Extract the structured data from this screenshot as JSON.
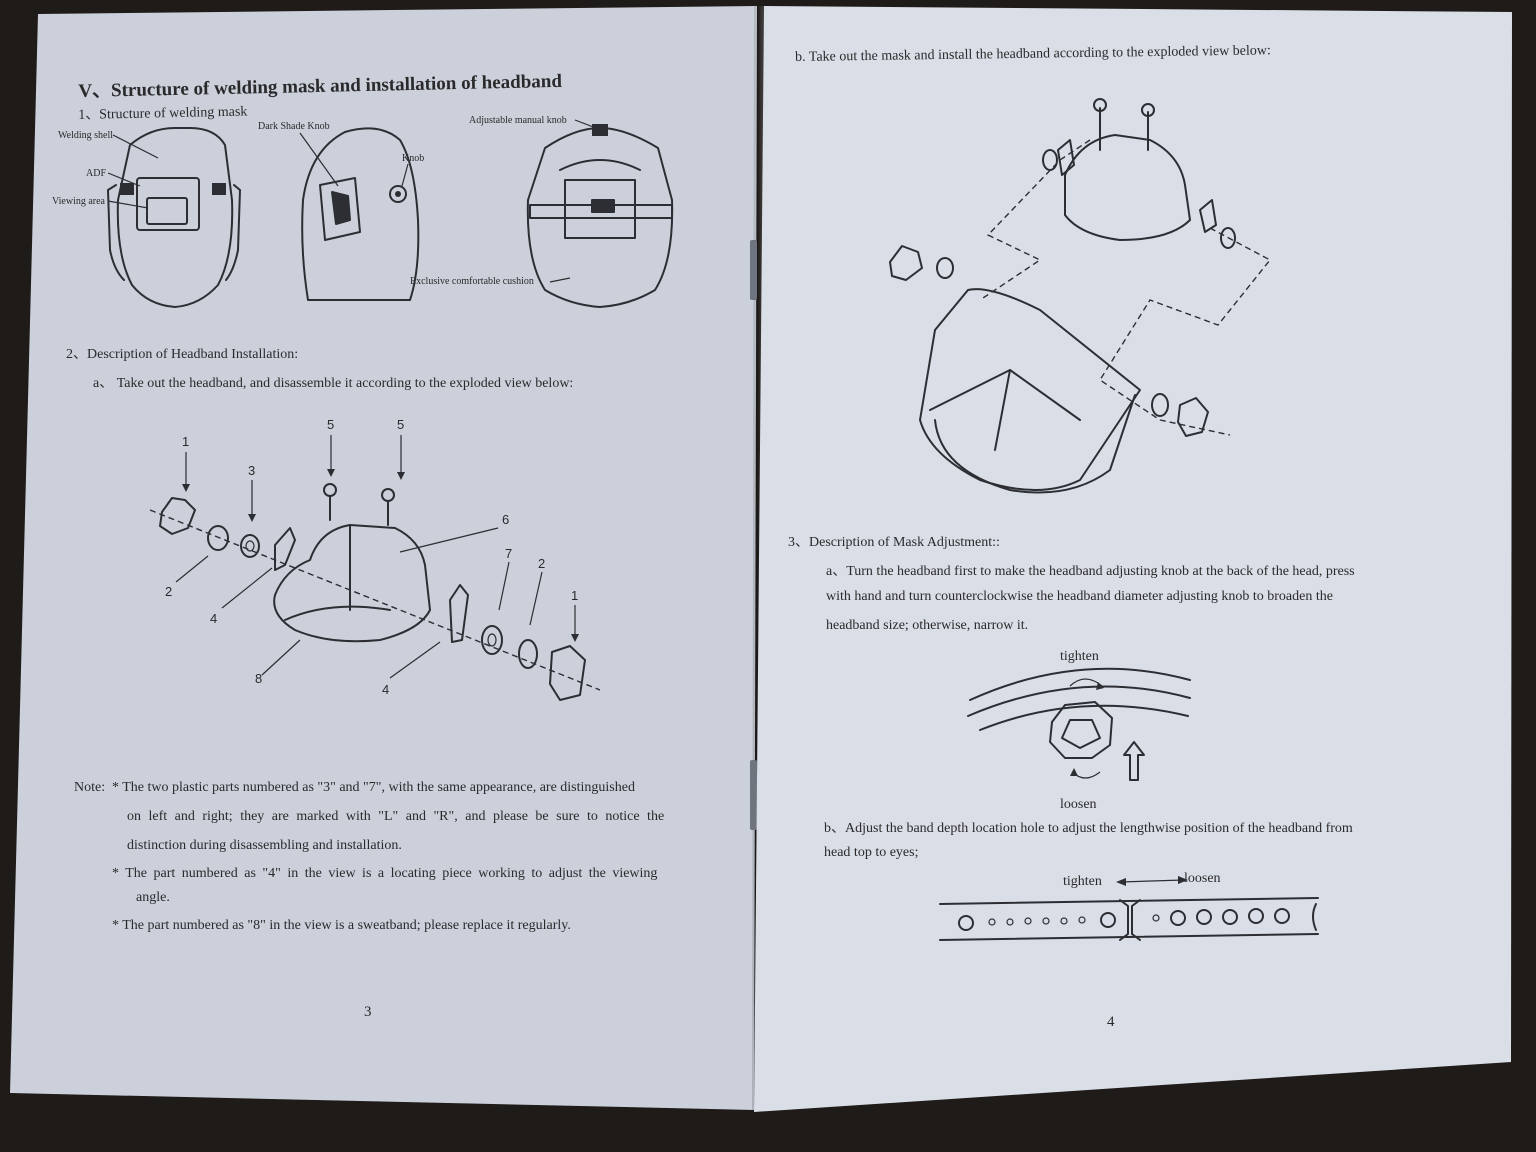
{
  "left_page": {
    "section_title": "V、Structure of welding mask and installation of headband",
    "sub1": "1、Structure of welding mask",
    "mask_labels": {
      "welding_shell": "Welding shell",
      "adf": "ADF",
      "viewing_area": "Viewing area",
      "dark_shade_knob": "Dark Shade Knob",
      "knob": "Knob",
      "adjustable_manual_knob": "Adjustable manual knob",
      "cushion": "Exclusive comfortable cushion"
    },
    "sub2": "2、Description of Headband Installation:",
    "step_a": "a、  Take out the headband, and disassemble it according to the exploded view below:",
    "part_numbers": [
      "1",
      "3",
      "5",
      "5",
      "6",
      "2",
      "4",
      "7",
      "2",
      "1",
      "8",
      "4"
    ],
    "note_label": "Note:",
    "notes": [
      [
        "* The two plastic parts numbered as \"3\" and \"7\", with the same appearance, are distinguished",
        "on left and right; they are marked with \"L\" and \"R\", and please be sure to notice the",
        "distinction during disassembling and installation."
      ],
      [
        "* The part numbered as \"4\" in the view is a locating piece working to adjust the viewing",
        "angle."
      ],
      [
        "* The part numbered as \"8\" in the view is a sweatband; please replace it regularly."
      ]
    ],
    "page_number": "3"
  },
  "right_page": {
    "step_b": "b. Take out the mask and install the headband according to the exploded view below:",
    "sub3": "3、Description of Mask Adjustment::",
    "adj_a": [
      "a、Turn the headband first to make the headband adjusting knob at the back of the head, press",
      "with    hand and turn counterclockwise the headband diameter adjusting knob to broaden the",
      "headband size; otherwise, narrow it."
    ],
    "tighten": "tighten",
    "loosen": "loosen",
    "adj_b": [
      "b、Adjust the band depth location hole to adjust the lengthwise position of the    headband from",
      "head top to eyes;"
    ],
    "strap_tighten": "tighten",
    "strap_loosen": "loosen",
    "page_number": "4"
  }
}
